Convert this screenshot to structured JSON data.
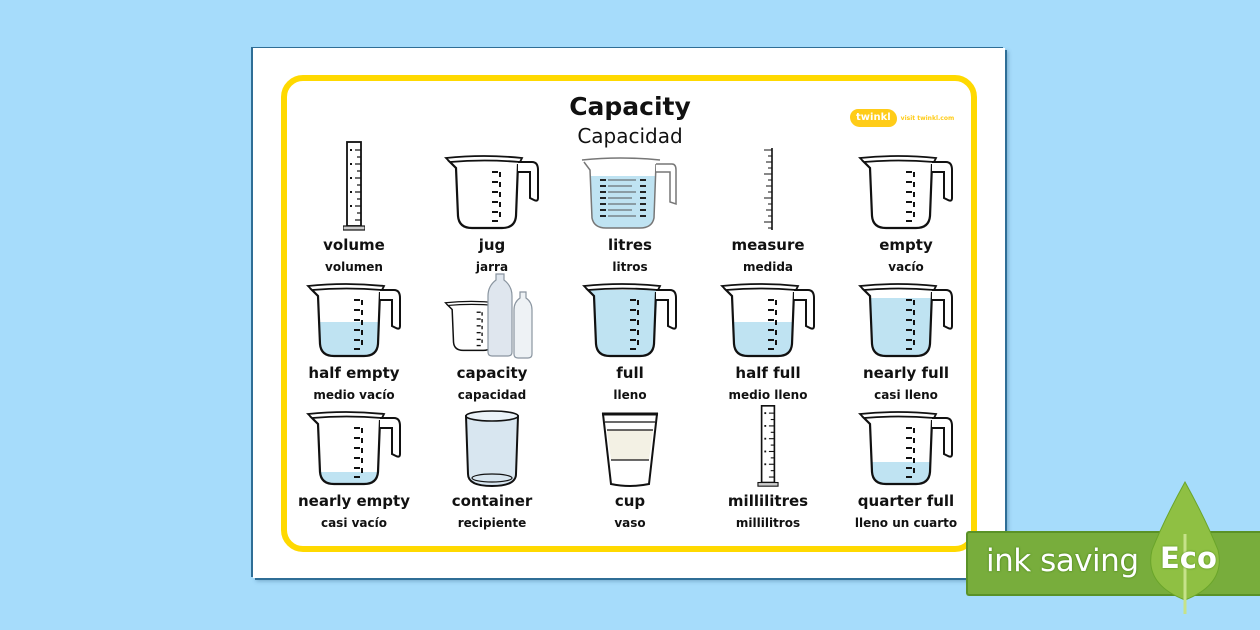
{
  "worksheet": {
    "title": "Capacity",
    "subtitle": "Capacidad",
    "brand": {
      "logo_text": "twinkl",
      "url_text": "visit twinkl.com",
      "color": "#ffcc18"
    },
    "border_color": "#ffd900",
    "water_color": "#bfe3f2",
    "items": [
      {
        "en": "volume",
        "es": "volumen",
        "icon": "measuring-cylinder"
      },
      {
        "en": "jug",
        "es": "jarra",
        "icon": "empty-jug"
      },
      {
        "en": "litres",
        "es": "litros",
        "icon": "litre-jug"
      },
      {
        "en": "measure",
        "es": "medida",
        "icon": "ruler-scale"
      },
      {
        "en": "empty",
        "es": "vacío",
        "icon": "empty-jug"
      },
      {
        "en": "half empty",
        "es": "medio vacío",
        "icon": "half-jug"
      },
      {
        "en": "capacity",
        "es": "capacidad",
        "icon": "jug-and-bottles"
      },
      {
        "en": "full",
        "es": "lleno",
        "icon": "full-jug"
      },
      {
        "en": "half full",
        "es": "medio lleno",
        "icon": "half-jug"
      },
      {
        "en": "nearly full",
        "es": "casi lleno",
        "icon": "nearly-full-jug"
      },
      {
        "en": "nearly empty",
        "es": "casi vacío",
        "icon": "nearly-empty-jug"
      },
      {
        "en": "container",
        "es": "recipiente",
        "icon": "container"
      },
      {
        "en": "cup",
        "es": "vaso",
        "icon": "plastic-cup"
      },
      {
        "en": "millilitres",
        "es": "millilitros",
        "icon": "measuring-cylinder"
      },
      {
        "en": "quarter full",
        "es": "lleno un cuarto",
        "icon": "quarter-jug"
      }
    ]
  },
  "eco_badge": {
    "label": "ink saving",
    "badge": "Eco",
    "color": "#78ad3c"
  }
}
